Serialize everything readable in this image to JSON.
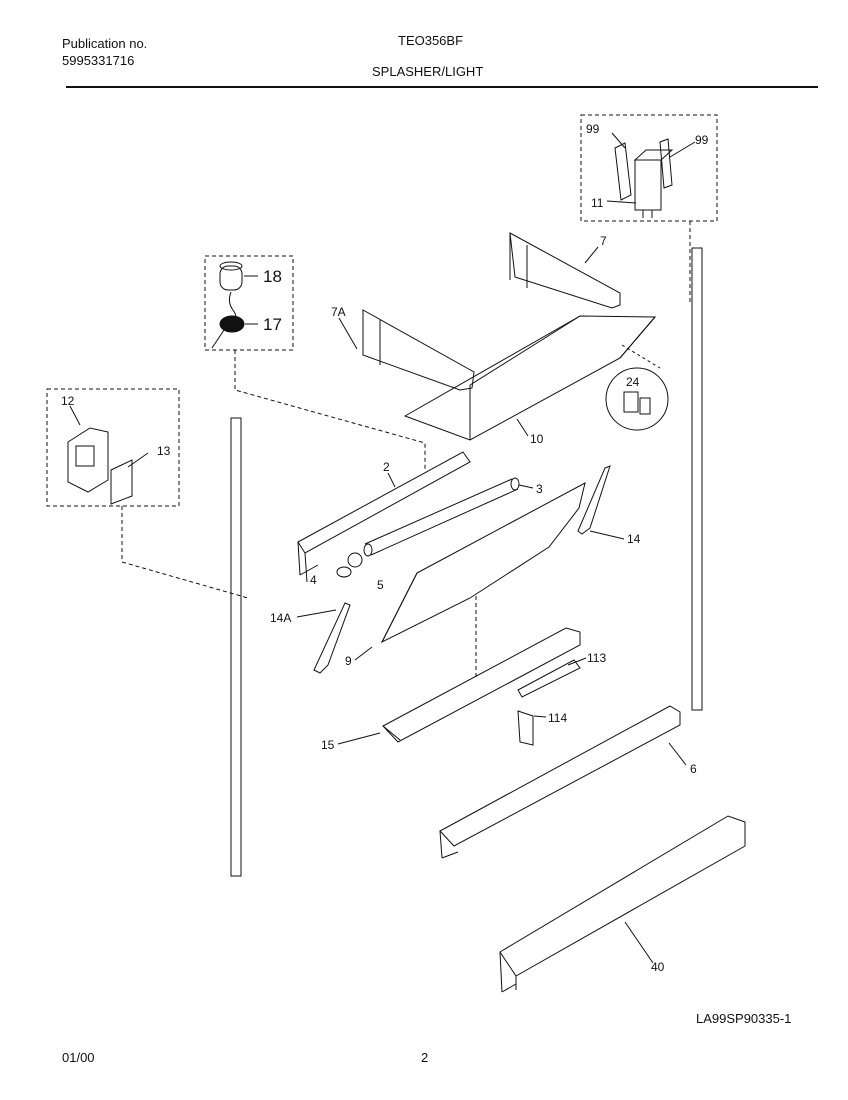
{
  "header": {
    "publication_label": "Publication no.",
    "publication_number": "5995331716",
    "model": "TEO356BF",
    "section": "SPLASHER/LIGHT"
  },
  "footer": {
    "date": "01/00",
    "page": "2",
    "drawing_id": "LA99SP90335-1"
  },
  "callouts": {
    "c99a": "99",
    "c99b": "99",
    "c11": "11",
    "c7": "7",
    "c7a": "7A",
    "c18": "18",
    "c17": "17",
    "c12": "12",
    "c13": "13",
    "c10": "10",
    "c24": "24",
    "c2": "2",
    "c3": "3",
    "c4": "4",
    "c5": "5",
    "c14": "14",
    "c14a": "14A",
    "c9": "9",
    "c113": "113",
    "c114": "114",
    "c15": "15",
    "c6": "6",
    "c40": "40"
  }
}
